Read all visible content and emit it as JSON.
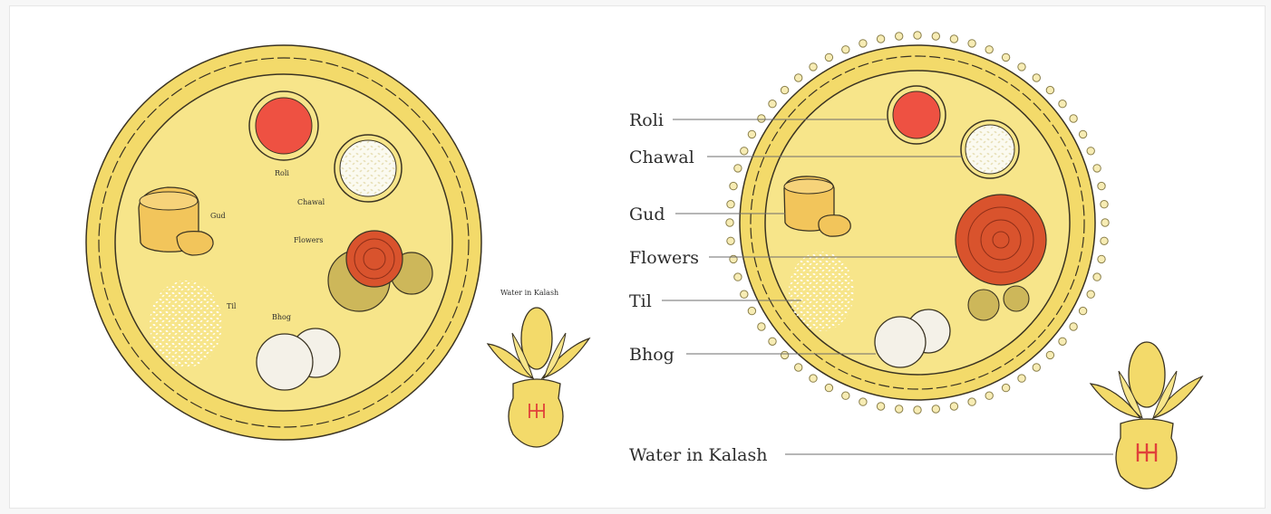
{
  "colors": {
    "plate": "#f7e58a",
    "plate_rim": "#f3da6a",
    "outline": "#3a3322",
    "roli": "#ee5142",
    "jaggery": "#f2c55b",
    "marigold": "#d9532d",
    "marigold_small": "#cdb75a",
    "swastika": "#e0413a",
    "leader_line": "#6c6c6c"
  },
  "left_plate": {
    "labels": {
      "roli": "Roli",
      "chawal": "Chawal",
      "gud": "Gud",
      "flowers": "Flowers",
      "til": "Til",
      "bhog": "Bhog"
    },
    "kalash_label": "Water in Kalash"
  },
  "right_plate": {
    "labels": {
      "roli": "Roli",
      "chawal": "Chawal",
      "gud": "Gud",
      "flowers": "Flowers",
      "til": "Til",
      "bhog": "Bhog"
    },
    "kalash_label": "Water in Kalash"
  },
  "icons": [
    "thali-plate",
    "roli-bowl",
    "rice-bowl",
    "jaggery",
    "marigold-flower",
    "sesame-pile",
    "laddoo-bhog",
    "kalash-pot",
    "swastika-symbol"
  ]
}
